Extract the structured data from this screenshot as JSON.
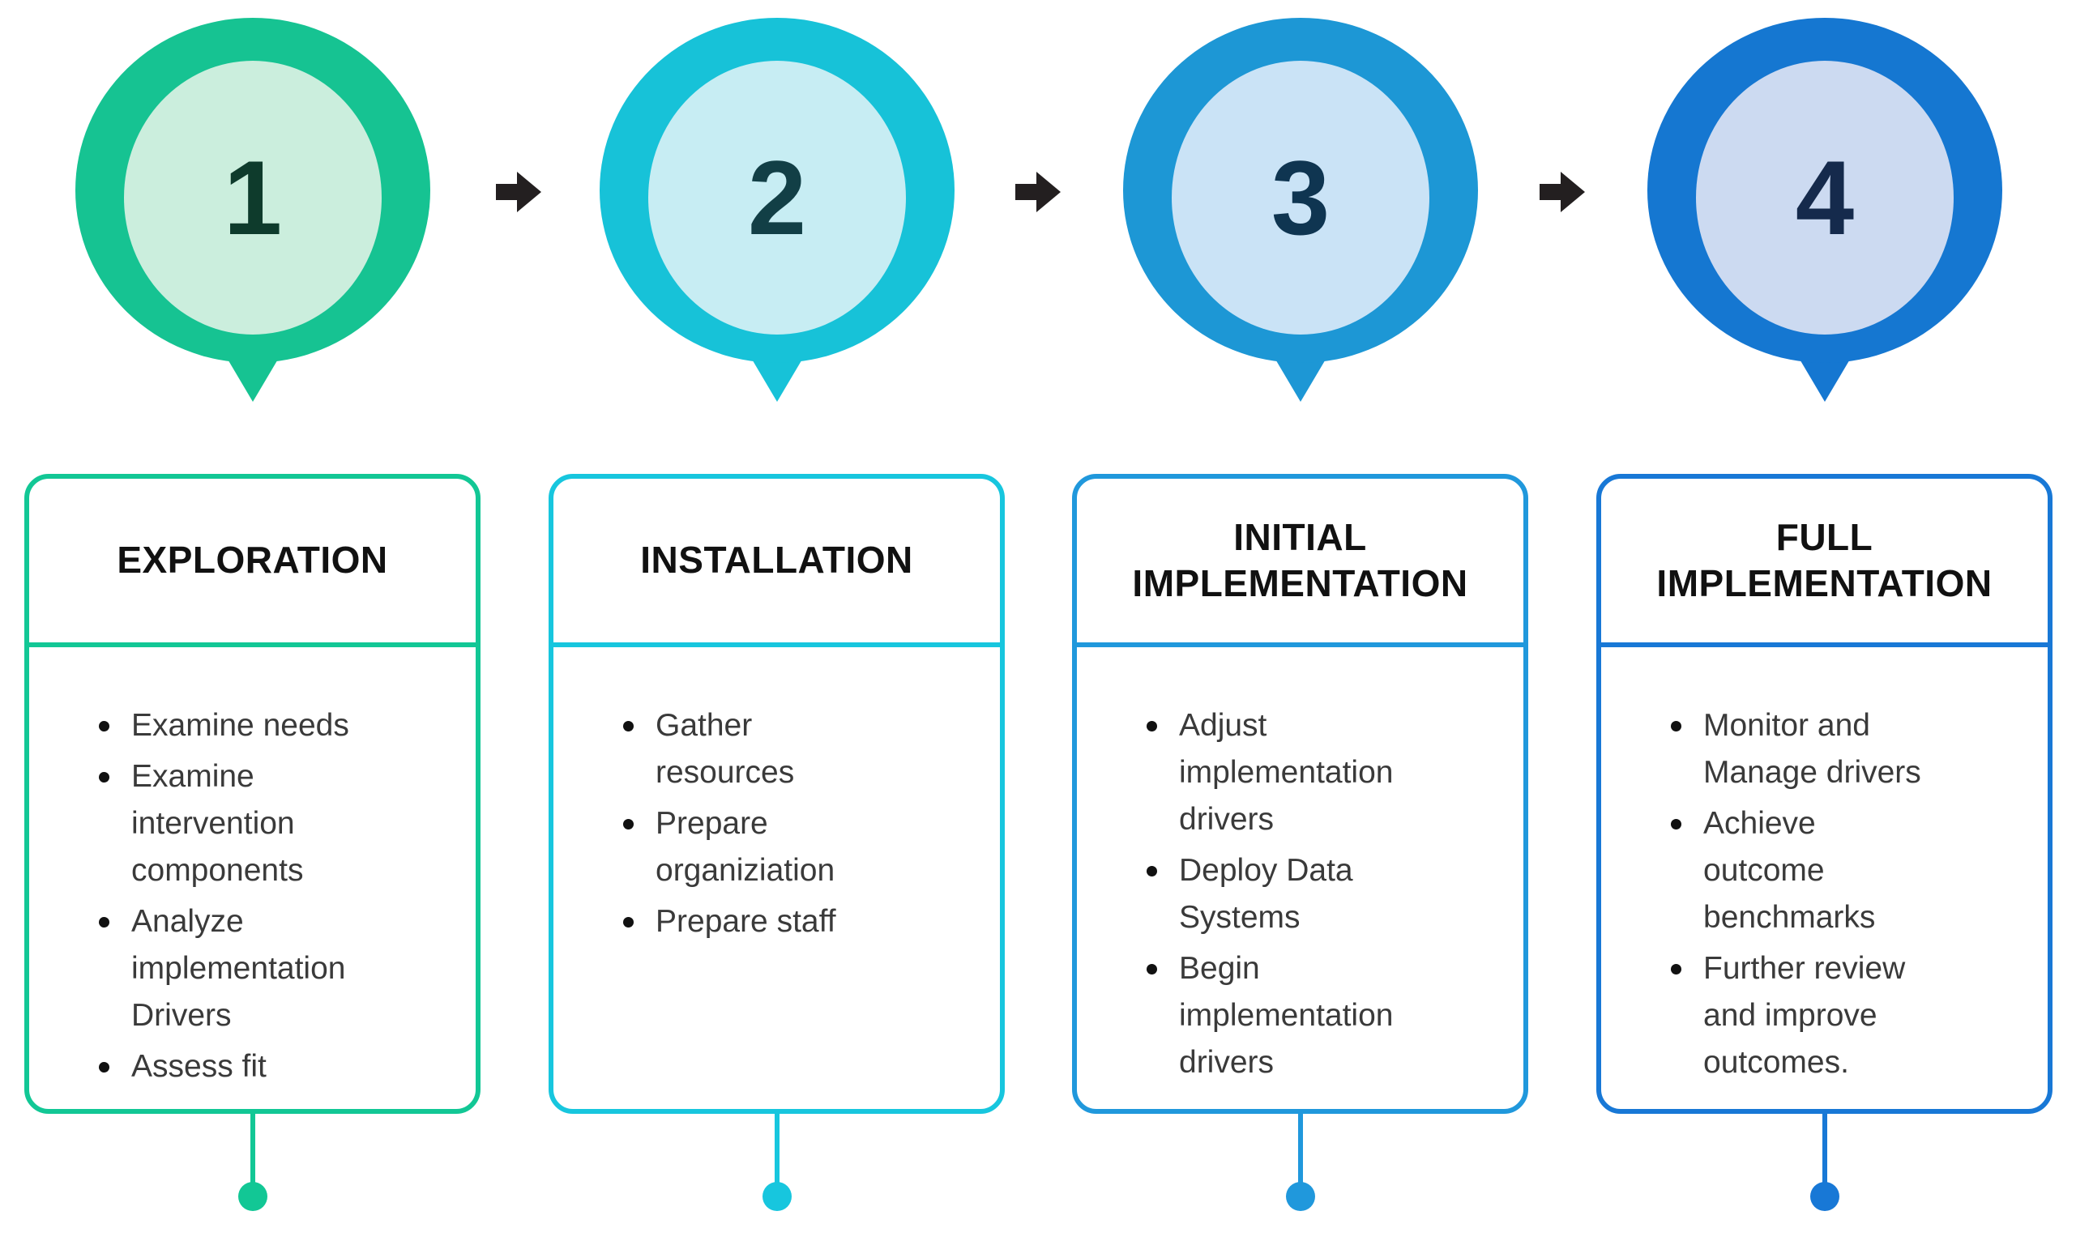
{
  "figure": {
    "background": "#FFFFFF",
    "arrow_color": "#231F20",
    "title_text_color": "#111111",
    "body_text_color": "#3A3A3A"
  },
  "steps": [
    {
      "number": "1",
      "title": "EXPLORATION",
      "bullets": [
        "Examine needs",
        "Examine intervention components",
        "Analyze implementation Drivers",
        "Assess fit"
      ],
      "colors": {
        "ring": "#16C392",
        "inner": "#CBEEDD",
        "number": "#0E3B2C",
        "accent": "#12C795"
      }
    },
    {
      "number": "2",
      "title": "INSTALLATION",
      "bullets": [
        "Gather resources",
        "Prepare organiziation",
        "Prepare staff"
      ],
      "colors": {
        "ring": "#17C2D8",
        "inner": "#C7EDF3",
        "number": "#123F46",
        "accent": "#17C6DE"
      }
    },
    {
      "number": "3",
      "title": "INITIAL IMPLEMENTATION",
      "bullets": [
        "Adjust implementation drivers",
        "Deploy Data Systems",
        "Begin implementation drivers"
      ],
      "colors": {
        "ring": "#1D97D5",
        "inner": "#CAE3F6",
        "number": "#0F3551",
        "accent": "#2098DC"
      }
    },
    {
      "number": "4",
      "title": "FULL IMPLEMENTATION",
      "bullets": [
        "Monitor and Manage drivers",
        "Achieve outcome benchmarks",
        "Further review and improve outcomes."
      ],
      "colors": {
        "ring": "#1577D1",
        "inner": "#CCDAF1",
        "number": "#152A4C",
        "accent": "#1878D6"
      }
    }
  ]
}
